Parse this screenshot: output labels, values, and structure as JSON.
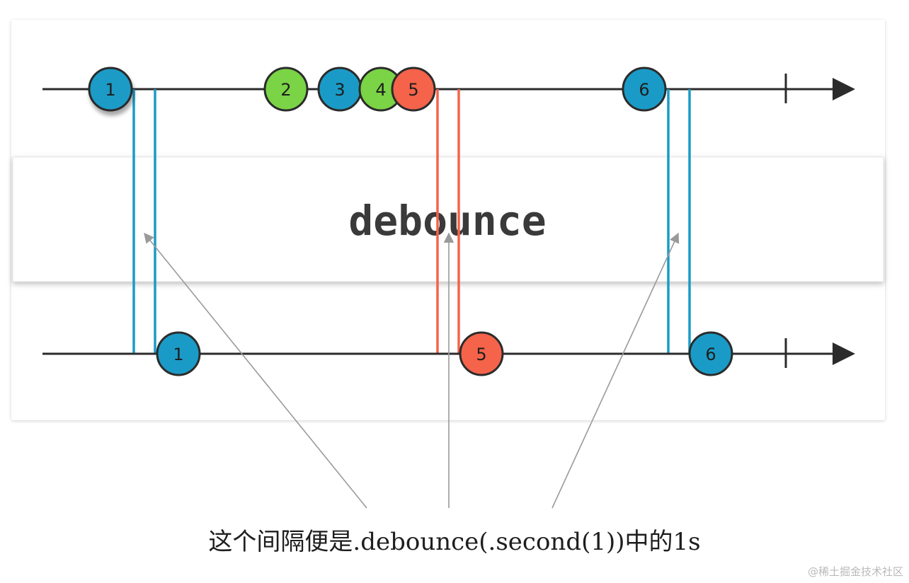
{
  "operator_label": "debounce",
  "caption": "这个间隔便是.debounce(.second(1))中的1s",
  "watermark": "@稀土掘金技术社区",
  "colors": {
    "blue": "#1a9bc7",
    "green": "#7ad445",
    "red": "#f5634a",
    "line": "#2b2b2b",
    "arrow": "#9a9a9a"
  },
  "input_stream": [
    {
      "label": "1",
      "color": "blue"
    },
    {
      "label": "2",
      "color": "green"
    },
    {
      "label": "3",
      "color": "blue"
    },
    {
      "label": "4",
      "color": "green"
    },
    {
      "label": "5",
      "color": "red"
    },
    {
      "label": "6",
      "color": "blue"
    }
  ],
  "output_stream": [
    {
      "label": "1",
      "color": "blue"
    },
    {
      "label": "5",
      "color": "red"
    },
    {
      "label": "6",
      "color": "blue"
    }
  ],
  "debounce_windows": [
    {
      "for": "1",
      "color": "blue"
    },
    {
      "for": "5",
      "color": "red"
    },
    {
      "for": "6",
      "color": "blue"
    }
  ]
}
